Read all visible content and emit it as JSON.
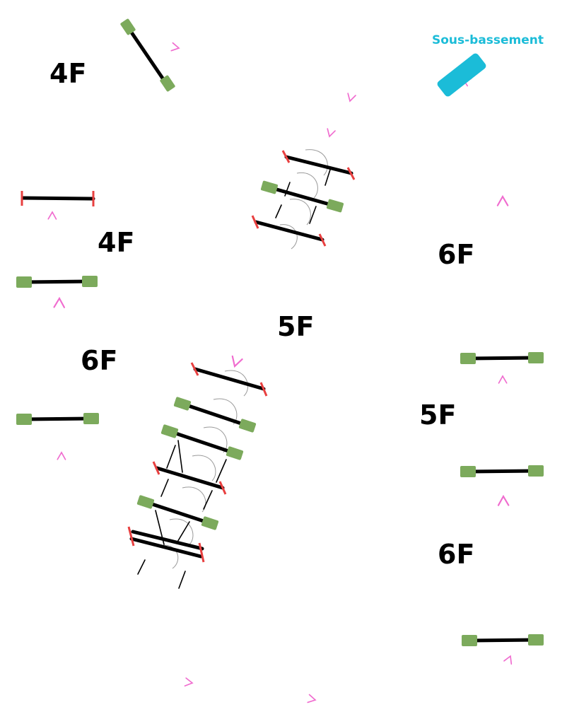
{
  "colors": {
    "arrow": "#f06ccf",
    "pole": "#000000",
    "block": "#7caa5c",
    "end_marker": "#e84040",
    "target": "#1bbcd8"
  },
  "target": {
    "label": "Sous-bassement"
  },
  "distances": {
    "top_left": "4F",
    "left_upper": "4F",
    "left_lower": "6F",
    "diagonal": "5F",
    "right_upper": "6F",
    "right_middle": "5F",
    "right_lower": "6F"
  }
}
